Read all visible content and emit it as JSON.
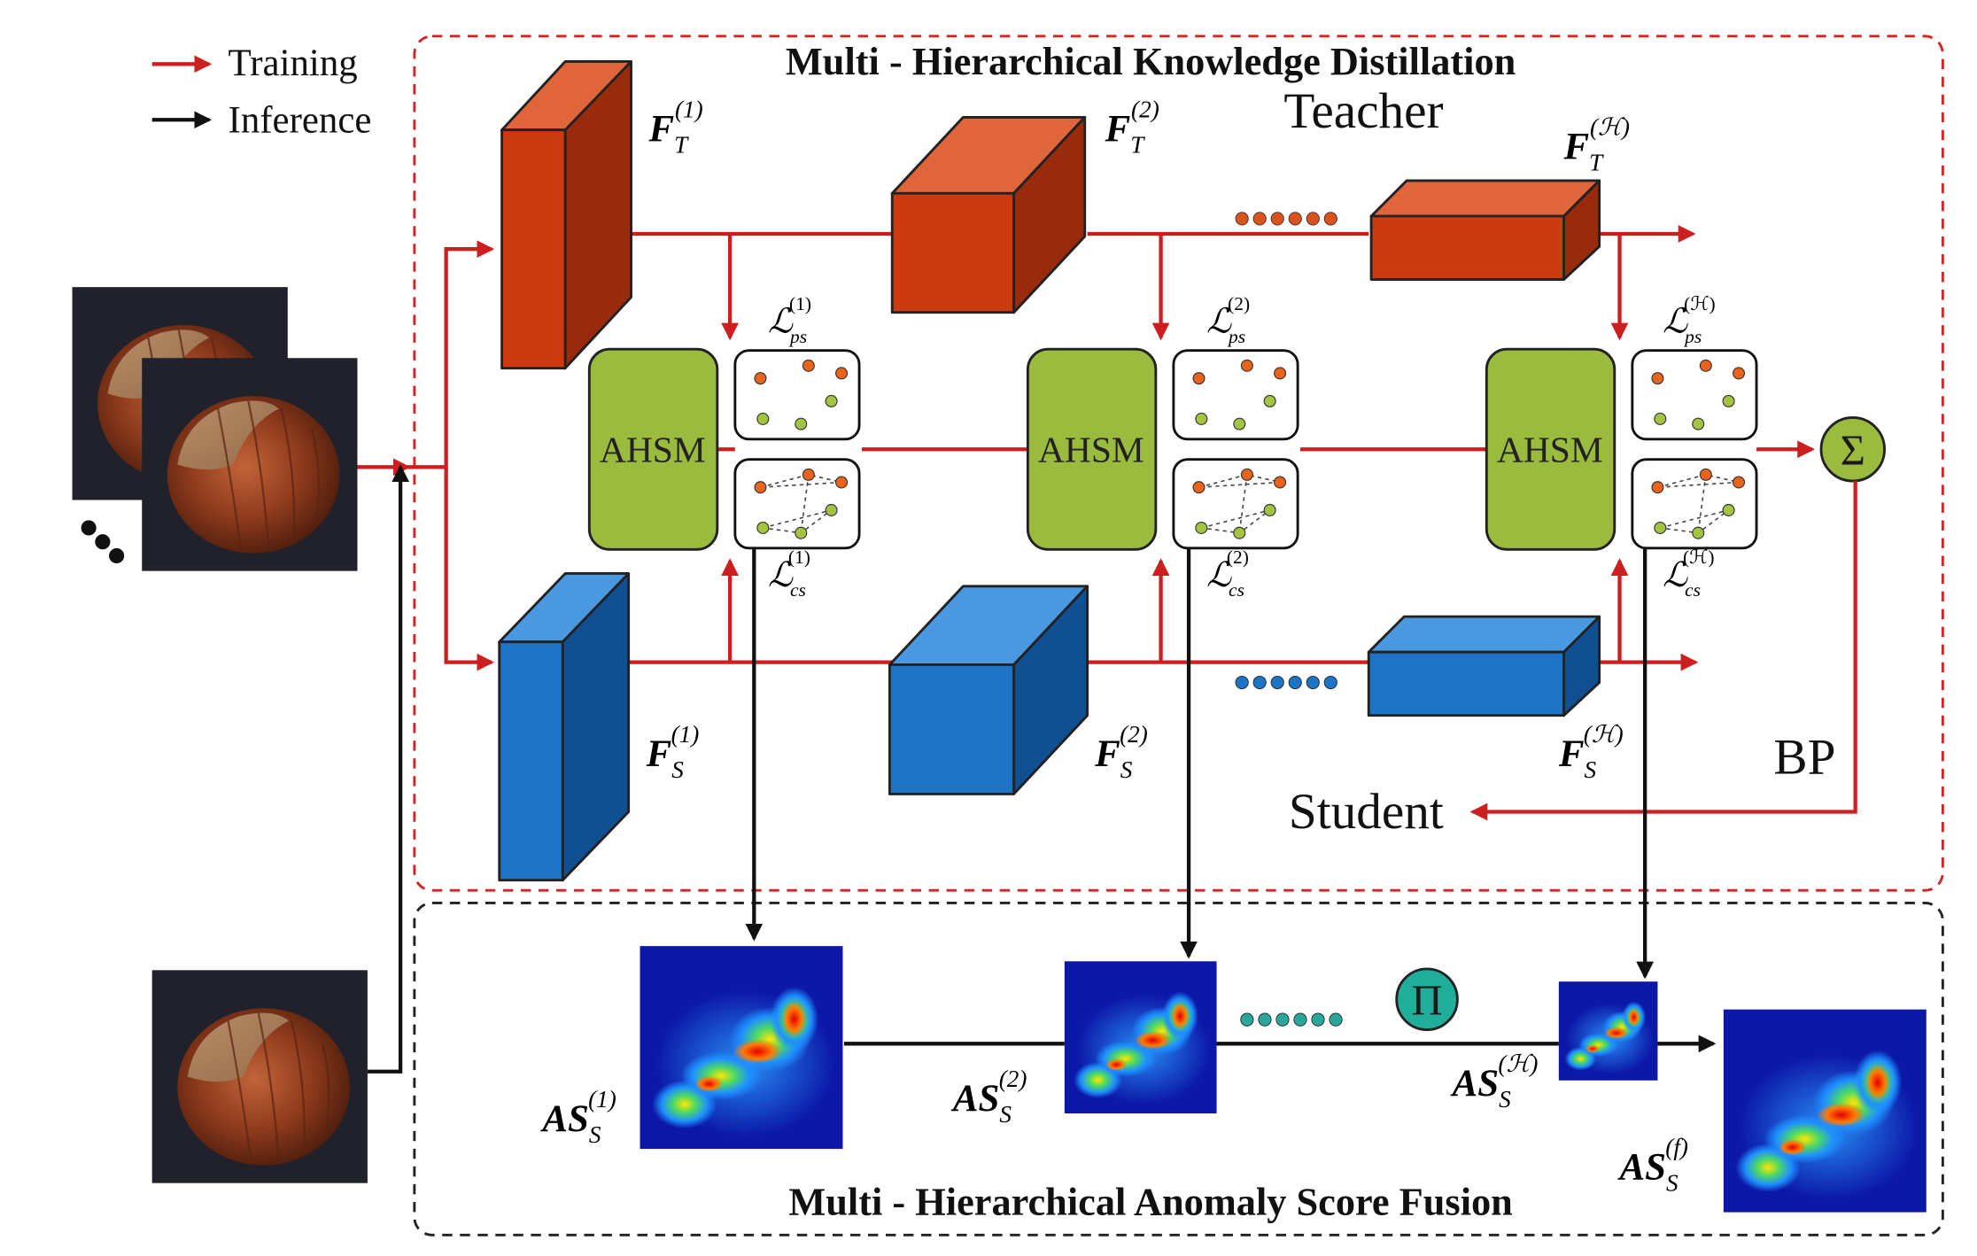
{
  "legend": {
    "training": "Training",
    "inference": "Inference",
    "training_color": "#cc1f1f",
    "inference_color": "#111111"
  },
  "panels": {
    "top_title": "Multi - Hierarchical Knowledge Distillation",
    "bottom_title": "Multi - Hierarchical Anomaly Score Fusion"
  },
  "labels": {
    "teacher": "Teacher",
    "student": "Student",
    "bp": "BP",
    "sum_op": "Σ",
    "product_op": "Π",
    "ahsm": [
      "AHSM",
      "AHSM",
      "AHSM"
    ]
  },
  "features": {
    "teacher": [
      {
        "base": "F",
        "sub": "T",
        "sup": "(1)"
      },
      {
        "base": "F",
        "sub": "T",
        "sup": "(2)"
      },
      {
        "base": "F",
        "sub": "T",
        "sup": "(ℋ)"
      }
    ],
    "student": [
      {
        "base": "F",
        "sub": "S",
        "sup": "(1)"
      },
      {
        "base": "F",
        "sub": "S",
        "sup": "(2)"
      },
      {
        "base": "F",
        "sub": "S",
        "sup": "(ℋ)"
      }
    ]
  },
  "losses": {
    "ps": [
      {
        "base": "ℒ",
        "sub": "ps",
        "sup": "(1)"
      },
      {
        "base": "ℒ",
        "sub": "ps",
        "sup": "(2)"
      },
      {
        "base": "ℒ",
        "sub": "ps",
        "sup": "(ℋ)"
      }
    ],
    "cs": [
      {
        "base": "ℒ",
        "sub": "cs",
        "sup": "(1)"
      },
      {
        "base": "ℒ",
        "sub": "cs",
        "sup": "(2)"
      },
      {
        "base": "ℒ",
        "sub": "cs",
        "sup": "(ℋ)"
      }
    ]
  },
  "scores": [
    {
      "base": "AS",
      "sub": "S",
      "sup": "(1)"
    },
    {
      "base": "AS",
      "sub": "S",
      "sup": "(2)"
    },
    {
      "base": "AS",
      "sub": "S",
      "sup": "(ℋ)"
    },
    {
      "base": "AS",
      "sub": "S",
      "sup": "(f)"
    }
  ],
  "colors": {
    "teacher_block": "#cc3a10",
    "student_block": "#1d73c4",
    "ahsm_fill": "#9bbb3f",
    "training_arrow": "#cc1f1f",
    "inference_arrow": "#111111",
    "op_sum_fill": "#9bbb3f",
    "op_product_fill": "#1fae9a"
  },
  "icons": {
    "hazelnut_image": "hazelnut-photo",
    "heatmap_image": "anomaly-heatmap"
  }
}
